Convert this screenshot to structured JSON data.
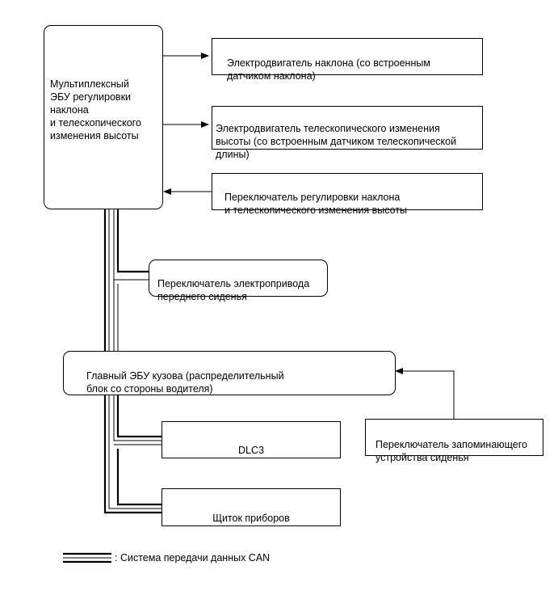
{
  "diagram": {
    "ecu_tilt_telescopic": "Мультиплексный\nЭБУ регулировки\nнаклона\nи телескопического\nизменения высоты",
    "tilt_motor": "Электродвигатель наклона (со встроенным\nдатчиком наклона)",
    "telescopic_motor": "Электродвигатель телескопического изменения\nвысоты (со встроенным датчиком телескопической\nдлины)",
    "tilt_telescopic_switch": "Переключатель регулировки наклона\nи телескопического изменения высоты",
    "power_seat_switch": "Переключатель электропривода\nпереднего сиденья",
    "main_body_ecu": "Главный ЭБУ кузова (распределительный\nблок со стороны водителя)",
    "memory_switch": "Переключатель запоминающего\nустройства сиденья",
    "dlc3": "DLC3",
    "combination_meter": "Щиток приборов"
  },
  "legend": {
    "can_label": ": Система передачи данных CAN"
  }
}
